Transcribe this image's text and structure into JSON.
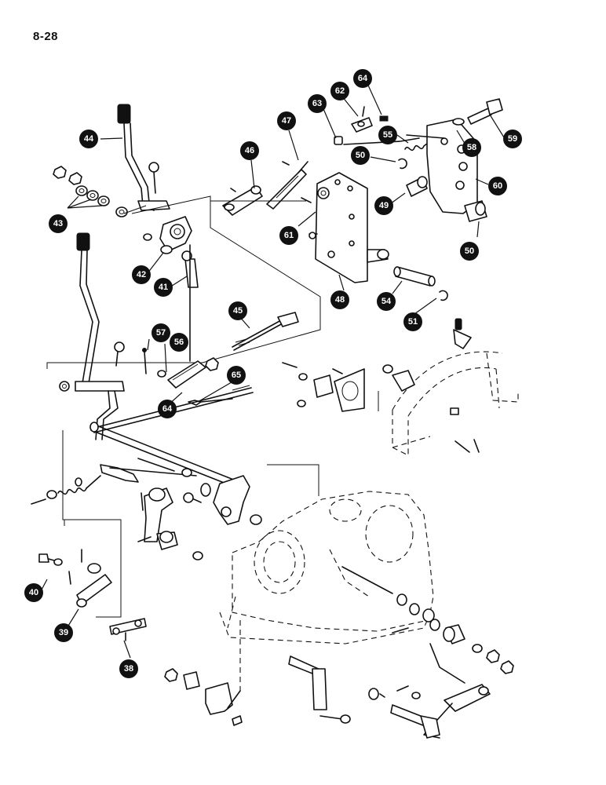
{
  "page_number": "8-28",
  "callouts": [
    "38",
    "39",
    "40",
    "41",
    "42",
    "43",
    "44",
    "45",
    "46",
    "47",
    "48",
    "49",
    "49",
    "50",
    "50",
    "51",
    "54",
    "55",
    "56",
    "57",
    "58",
    "59",
    "60",
    "61",
    "62",
    "63",
    "64",
    "65"
  ]
}
